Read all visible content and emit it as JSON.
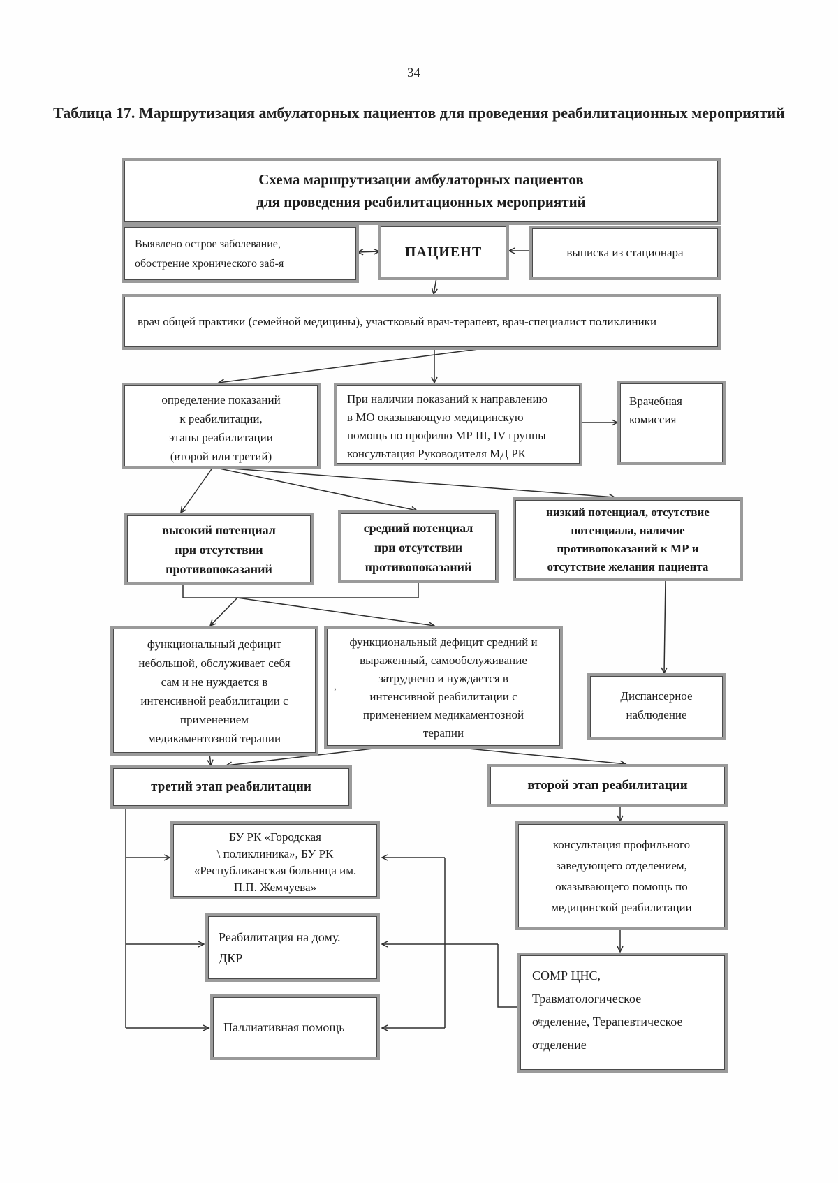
{
  "page": {
    "number": "34"
  },
  "title": {
    "line1": "Таблица 17. Маршрутизация амбулаторных пациентов для проведения",
    "line2": "реабилитационных мероприятий"
  },
  "boxes": {
    "scheme_header": {
      "lines": [
        "Схема маршрутизации амбулаторных пациентов",
        "для проведения реабилитационных мероприятий"
      ]
    },
    "acute": {
      "lines": [
        "Выявлено острое заболевание,",
        "обострение хронического заб-я"
      ]
    },
    "patient": {
      "lines": [
        "ПАЦИЕНТ"
      ]
    },
    "discharge": {
      "lines": [
        "выписка из стационара"
      ]
    },
    "gp": {
      "lines": [
        "врач общей практики (семейной медицины), участковый врач-терапевт, врач-специалист поликлиники"
      ]
    },
    "indications": {
      "lines": [
        "определение показаний",
        "к реабилитации,",
        "этапы реабилитации",
        "(второй или третий)"
      ]
    },
    "referral": {
      "lines": [
        "При наличии показаний к направлению",
        "в МО оказывающую медицинскую",
        "помощь по профилю МР III, IV группы",
        "консультация Руководителя МД РК"
      ]
    },
    "commission": {
      "lines": [
        "Врачебная",
        "комиссия"
      ]
    },
    "high_potential": {
      "lines": [
        "высокий потенциал",
        "при отсутствии",
        "противопоказаний"
      ]
    },
    "mid_potential": {
      "lines": [
        "средний потенциал",
        "при отсутствии",
        "противопоказаний"
      ]
    },
    "low_potential": {
      "lines": [
        "низкий потенциал, отсутствие",
        "потенциала, наличие",
        "противопоказаний к МР и",
        "отсутствие желания пациента"
      ]
    },
    "deficit_small": {
      "lines": [
        "функциональный дефицит",
        "небольшой, обслуживает себя",
        "сам и не нуждается в",
        "интенсивной реабилитации с",
        "применением",
        "медикаментозной терапии"
      ]
    },
    "deficit_mid": {
      "lines": [
        "функциональный дефицит средний и",
        "выраженный, самообслуживание",
        "затруднено и нуждается в",
        "интенсивной реабилитации с",
        "применением медикаментозной",
        "терапии"
      ],
      "mark": "’"
    },
    "dispensary": {
      "lines": [
        "Диспансерное",
        "наблюдение"
      ]
    },
    "stage3": {
      "lines": [
        "третий этап реабилитации"
      ]
    },
    "stage2": {
      "lines": [
        "второй этап реабилитации"
      ]
    },
    "polyclinic": {
      "lines": [
        "БУ РК «Городская",
        "\\ поликлиника», БУ РК",
        "«Республиканская больница им.",
        "П.П. Жемчуева»"
      ]
    },
    "home_rehab": {
      "lines": [
        "Реабилитация на дому.",
        "ДКР"
      ]
    },
    "palliative": {
      "lines": [
        "Паллиативная помощь"
      ]
    },
    "consult": {
      "lines": [
        "консультация профильного",
        "заведующего отделением,",
        "оказывающего помощь по",
        "медицинской реабилитации"
      ]
    },
    "somr": {
      "lines": [
        "СОМР ЦНС,",
        "Травматологическое",
        "отделение, Терапевтическое",
        "отделение"
      ],
      "mark": "v"
    }
  }
}
